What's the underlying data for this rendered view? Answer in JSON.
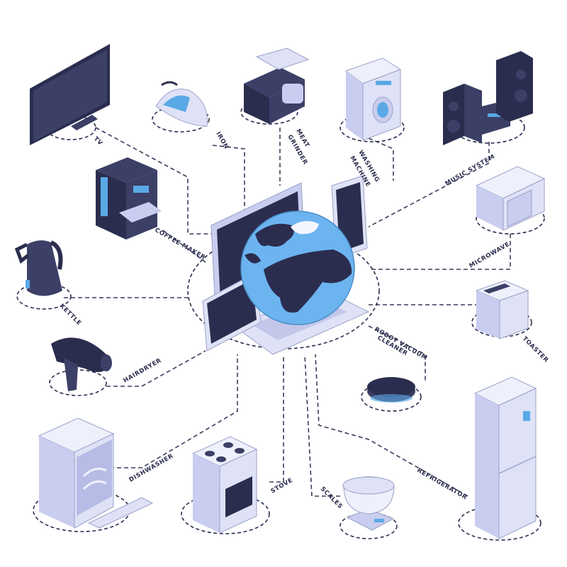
{
  "diagram": {
    "labels": {
      "tv": "TV",
      "iron": "IRON",
      "meat_grinder_1": "MEAT",
      "meat_grinder_2": "GRINDER",
      "washing_1": "WASHING",
      "washing_2": "MACHINE",
      "music_system": "MUSIC SYSTEM",
      "coffee_maker": "COFFEE MAKER",
      "kettle": "KETTLE",
      "microwave": "MICROWAVE",
      "toaster": "TOASTER",
      "robot_1": "ROBOT VACUUM",
      "robot_2": "CLEANER",
      "hairdryer": "HAIRDRYER",
      "dishwasher": "DISHWASHER",
      "stove": "STOVE",
      "scales": "SCALES",
      "refrigerator": "REFRIGERATOR"
    },
    "colors": {
      "dark": "#2b2d4f",
      "light": "#c9cdef",
      "white": "#eef0fb",
      "blue": "#5aa9e6",
      "ocean": "#6cb4f0"
    }
  }
}
